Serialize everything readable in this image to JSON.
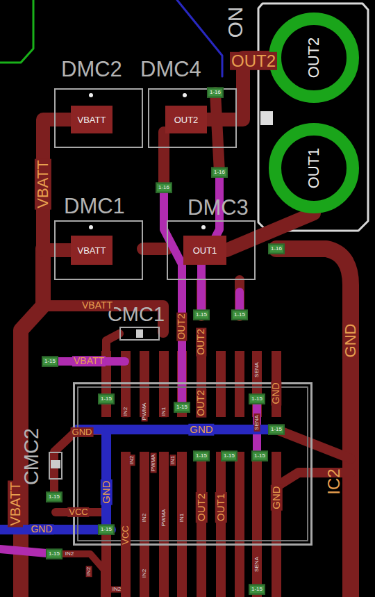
{
  "diagram": {
    "nodes": [
      {
        "text": [
          "DMC2"
        ]
      },
      {
        "text": [
          "VBATT"
        ],
        "in": 0
      },
      {
        "text": [
          "DMC4"
        ]
      },
      {
        "text": [
          "OUT2"
        ],
        "in": 2
      },
      {
        "text": [
          "DMC1"
        ]
      },
      {
        "text": [
          "VBATT"
        ],
        "in": 4
      },
      {
        "text": [
          "DMC3"
        ]
      },
      {
        "text": [
          "OUT1"
        ],
        "in": 6
      },
      {
        "text": [
          "OUT2"
        ]
      },
      {
        "text": [
          "OUT1"
        ]
      },
      {
        "text": [
          "CMC1"
        ]
      },
      {
        "text": [
          "CMC2"
        ]
      },
      {
        "text": [
          "IC2"
        ]
      }
    ],
    "edges": [
      {
        "from": 1,
        "to": 5,
        "arrow": "none"
      },
      {
        "from": 3,
        "to": 8,
        "arrow": "none"
      },
      {
        "from": 7,
        "to": 9,
        "arrow": "none"
      }
    ],
    "labels": [
      "ON",
      "OUT2",
      "1-16",
      "1-16",
      "1-16",
      "1-16",
      "VBATT",
      "GND",
      "VBATT",
      "1-15",
      "1-15",
      "OUT2",
      "OUT2",
      "1-15",
      "VBATT",
      "1-15",
      "IN2",
      "PWMA",
      "IN1",
      "1-15",
      "OUT2",
      "1-15",
      "SENA",
      "GND",
      "GND",
      "1-15",
      "SENA",
      "GND",
      "1-15",
      "1-15",
      "1-15",
      "IN2",
      "PWMA",
      "IN1",
      "GND",
      "OUT2",
      "OUT1",
      "GND",
      "IN2",
      "PWMA",
      "IN1",
      "VCC",
      "VCC",
      "1-15",
      "1-15",
      "VBATT",
      "GND",
      "1-15",
      "IN2",
      "IN2",
      "IN2",
      "IN2",
      "SENA",
      "1-15"
    ]
  }
}
